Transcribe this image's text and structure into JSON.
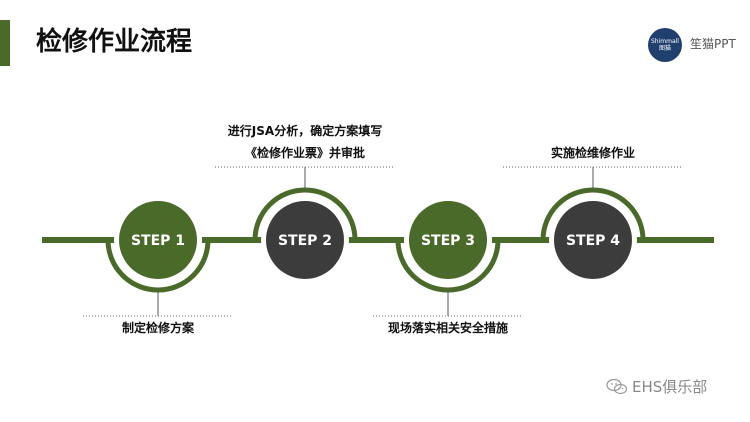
{
  "header": {
    "title": "检修作业流程",
    "brand_logo_text": "Shimmall 图猫",
    "brand_text": "笙猫PPT"
  },
  "steps": [
    {
      "label": "STEP 1",
      "description": [
        "制定检修方案"
      ],
      "position": "below",
      "color": "#4a6a2a"
    },
    {
      "label": "STEP 2",
      "description": [
        "进行JSA分析，确定方案填写",
        "《检修作业票》并审批"
      ],
      "position": "above",
      "color": "#3c3c3c"
    },
    {
      "label": "STEP 3",
      "description": [
        "现场落实相关安全措施"
      ],
      "position": "below",
      "color": "#4a6a2a"
    },
    {
      "label": "STEP 4",
      "description": [
        "实施检维修作业"
      ],
      "position": "above",
      "color": "#3c3c3c"
    }
  ],
  "colors": {
    "accent_green": "#4a6a2a",
    "dark_gray": "#3c3c3c",
    "ring_green": "#4a6a2a"
  },
  "footer": {
    "watermark": "EHS俱乐部"
  }
}
